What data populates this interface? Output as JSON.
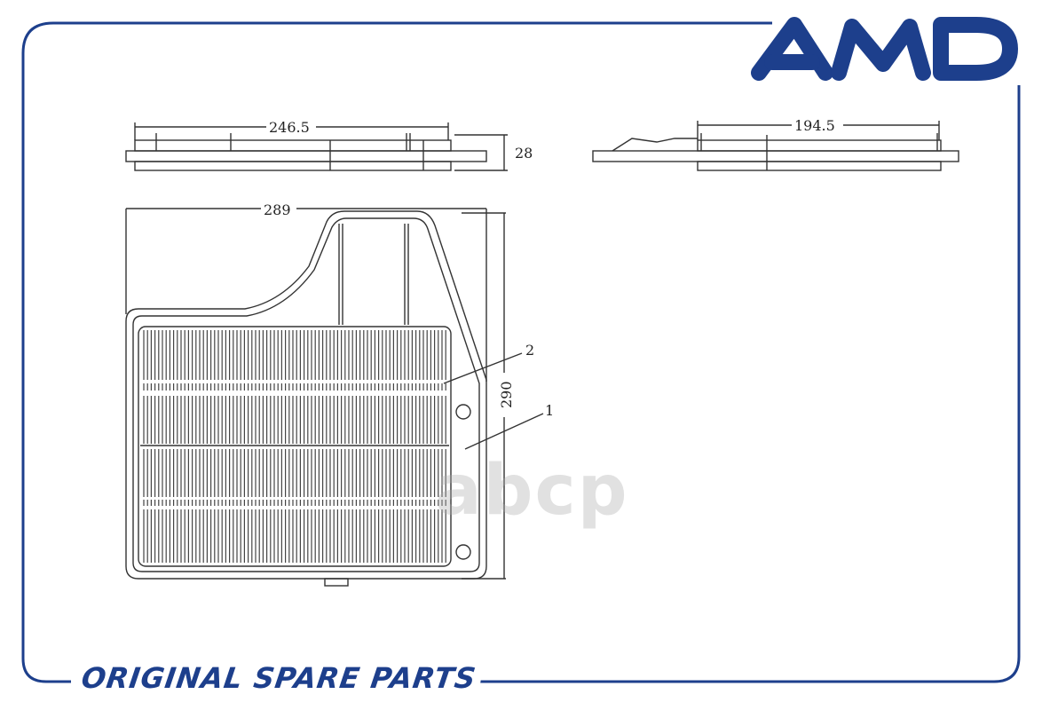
{
  "brand": {
    "logo_text": "AMD",
    "tagline": "ORIGINAL SPARE PARTS",
    "watermark": "abcp",
    "color": "#1d3f8c"
  },
  "drawing": {
    "dimensions": {
      "top_view_length": "246.5",
      "top_view_height": "28",
      "side_view_length": "194.5",
      "plan_width": "289",
      "plan_height": "290"
    },
    "callouts": [
      "1",
      "2"
    ],
    "line_color": "#333333"
  }
}
